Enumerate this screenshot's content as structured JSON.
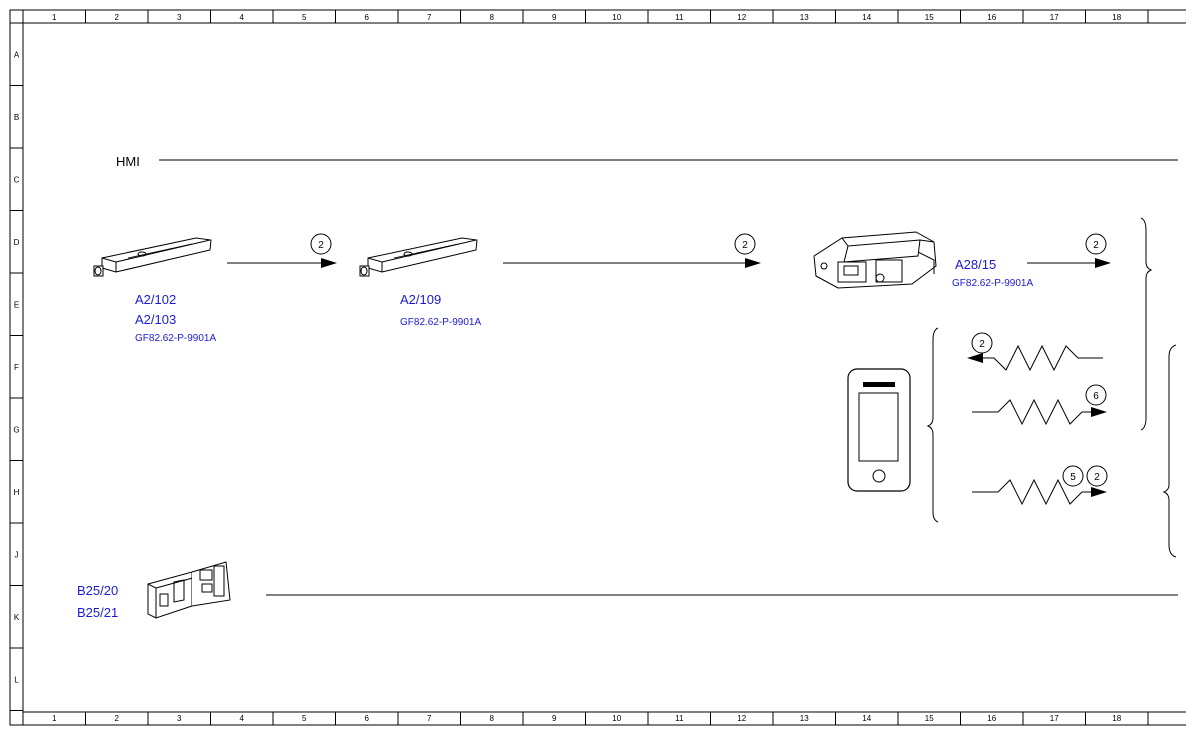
{
  "grid": {
    "columns": [
      "1",
      "2",
      "3",
      "4",
      "5",
      "6",
      "7",
      "8",
      "9",
      "10",
      "11",
      "12",
      "13",
      "14",
      "15",
      "16",
      "17",
      "18"
    ],
    "rows": [
      "A",
      "B",
      "C",
      "D",
      "E",
      "F",
      "G",
      "H",
      "J",
      "K",
      "L"
    ]
  },
  "diagram": {
    "section_label": "HMI",
    "components": {
      "antenna_1": {
        "refs": [
          "A2/102",
          "A2/103"
        ],
        "part": "GF82.62-P-9901A"
      },
      "antenna_2": {
        "refs": [
          "A2/109"
        ],
        "part": "GF82.62-P-9901A"
      },
      "module": {
        "refs": [
          "A28/15"
        ],
        "part": "GF82.62-P-9901A"
      },
      "sensor": {
        "refs": [
          "B25/20",
          "B25/21"
        ]
      }
    },
    "callouts": {
      "arrow_1": "2",
      "arrow_2": "2",
      "arrow_3": "2",
      "wave_in": "2",
      "wave_out_1": "6",
      "wave_out_2a": "5",
      "wave_out_2b": "2"
    },
    "colors": {
      "line": "#000000",
      "reference_text": "#1a1ad6"
    }
  }
}
